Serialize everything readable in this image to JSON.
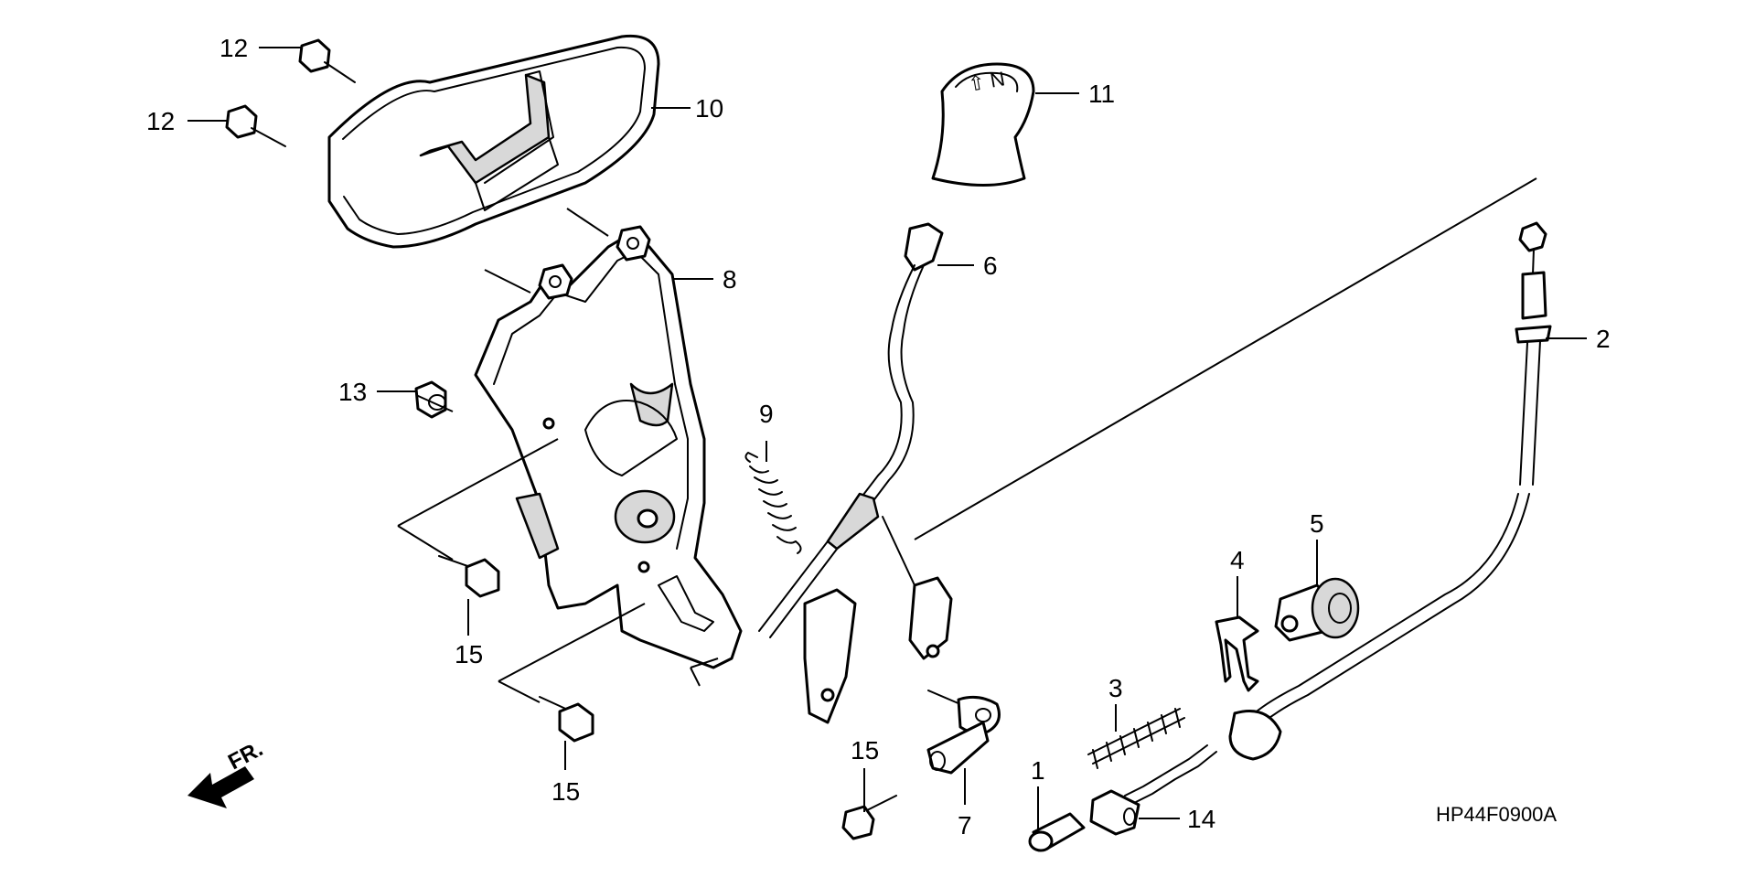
{
  "diagram_code": "HP44F0900A",
  "direction_label": "FR.",
  "callouts": {
    "c1": "1",
    "c2": "2",
    "c3": "3",
    "c4": "4",
    "c5": "5",
    "c6": "6",
    "c7": "7",
    "c8": "8",
    "c9": "9",
    "c10": "10",
    "c11": "11",
    "c12a": "12",
    "c12b": "12",
    "c13": "13",
    "c14": "14",
    "c15a": "15",
    "c15b": "15",
    "c15c": "15"
  },
  "colors": {
    "line": "#000000",
    "background": "#ffffff"
  }
}
